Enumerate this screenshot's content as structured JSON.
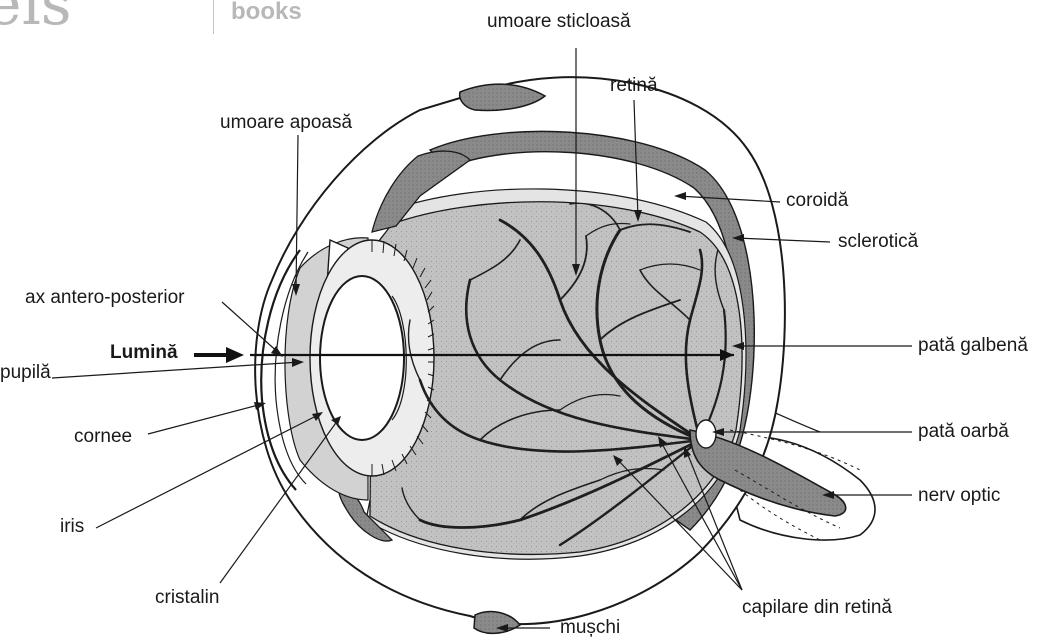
{
  "logo": {
    "brand": "eis",
    "sub": "books"
  },
  "labels": {
    "umoare_sticloasa": "umoare sticloasă",
    "retina": "retină",
    "umoare_apoasa": "umoare apoasă",
    "coroida": "coroidă",
    "sclerotica": "sclerotică",
    "ax_antero_posterior": "ax antero-posterior",
    "lumina": "Lumină",
    "pata_galbena": "pată galbenă",
    "pupila": "pupilă",
    "cornee": "cornee",
    "pata_oarba": "pată oarbă",
    "nerv_optic": "nerv optic",
    "iris": "iris",
    "cristalin": "cristalin",
    "capilare_din_retina": "capilare din retină",
    "muschi": "mușchi"
  },
  "colors": {
    "outline": "#1a1a1a",
    "sclera_fill": "#ffffff",
    "choroid_fill": "#8c8c8c",
    "retina_fill": "#c8c8c8",
    "vitreous_fill": "#bdbdbd",
    "lens_fill": "#ffffff",
    "vessel": "#1f1f1f",
    "logo": "#b8b8b8"
  }
}
